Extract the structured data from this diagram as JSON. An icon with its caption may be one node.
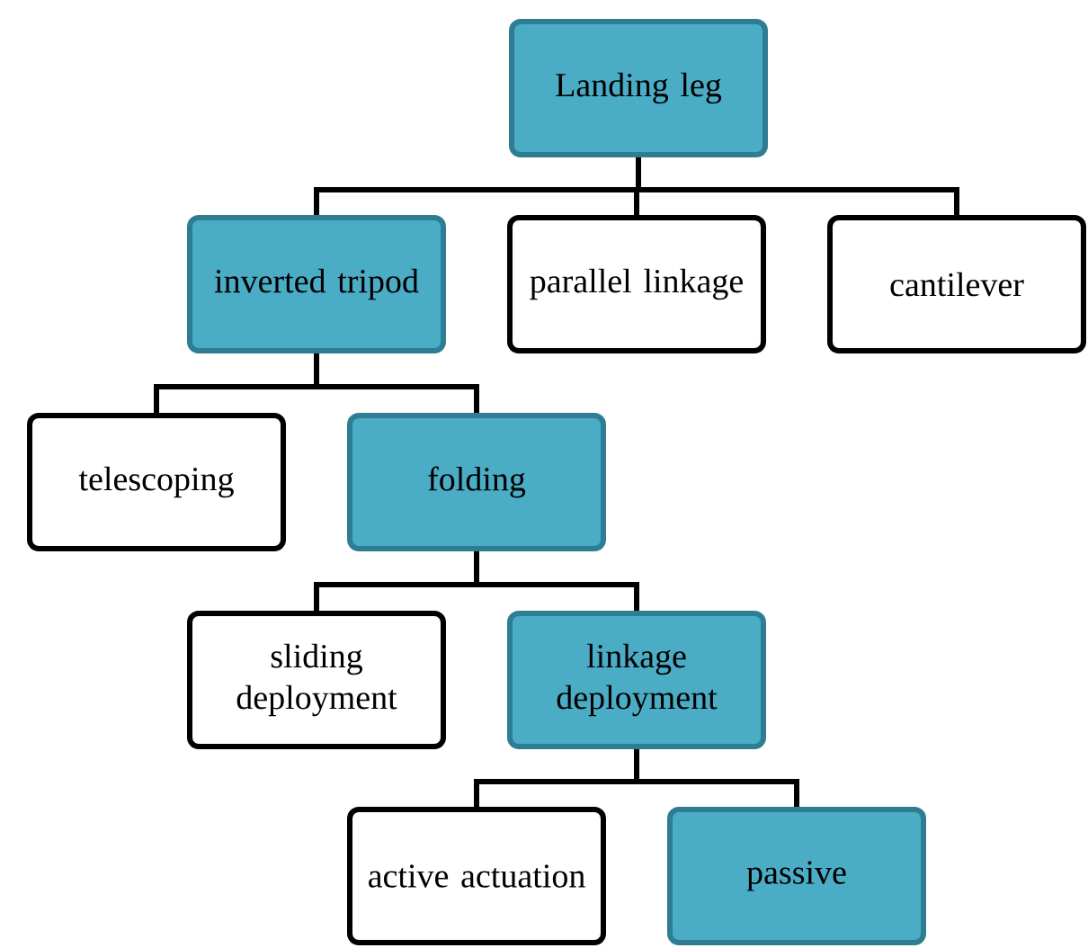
{
  "diagram": {
    "nodes": [
      {
        "text": [
          "Landing leg"
        ]
      },
      {
        "text": [
          "inverted tripod"
        ]
      },
      {
        "text": [
          "parallel linkage"
        ]
      },
      {
        "text": [
          "cantilever"
        ]
      },
      {
        "text": [
          "telescoping"
        ]
      },
      {
        "text": [
          "folding"
        ]
      },
      {
        "text": [
          "sliding deployment"
        ]
      },
      {
        "text": [
          "linkage deployment"
        ]
      },
      {
        "text": [
          "active actuation"
        ]
      },
      {
        "text": [
          "passive"
        ]
      }
    ],
    "edges": [
      {
        "from": 0,
        "to": 1,
        "arrow": "none"
      },
      {
        "from": 0,
        "to": 2,
        "arrow": "none"
      },
      {
        "from": 0,
        "to": 3,
        "arrow": "none"
      },
      {
        "from": 1,
        "to": 4,
        "arrow": "none"
      },
      {
        "from": 1,
        "to": 5,
        "arrow": "none"
      },
      {
        "from": 5,
        "to": 6,
        "arrow": "none"
      },
      {
        "from": 5,
        "to": 7,
        "arrow": "none"
      },
      {
        "from": 7,
        "to": 8,
        "arrow": "none"
      },
      {
        "from": 7,
        "to": 9,
        "arrow": "none"
      }
    ]
  }
}
